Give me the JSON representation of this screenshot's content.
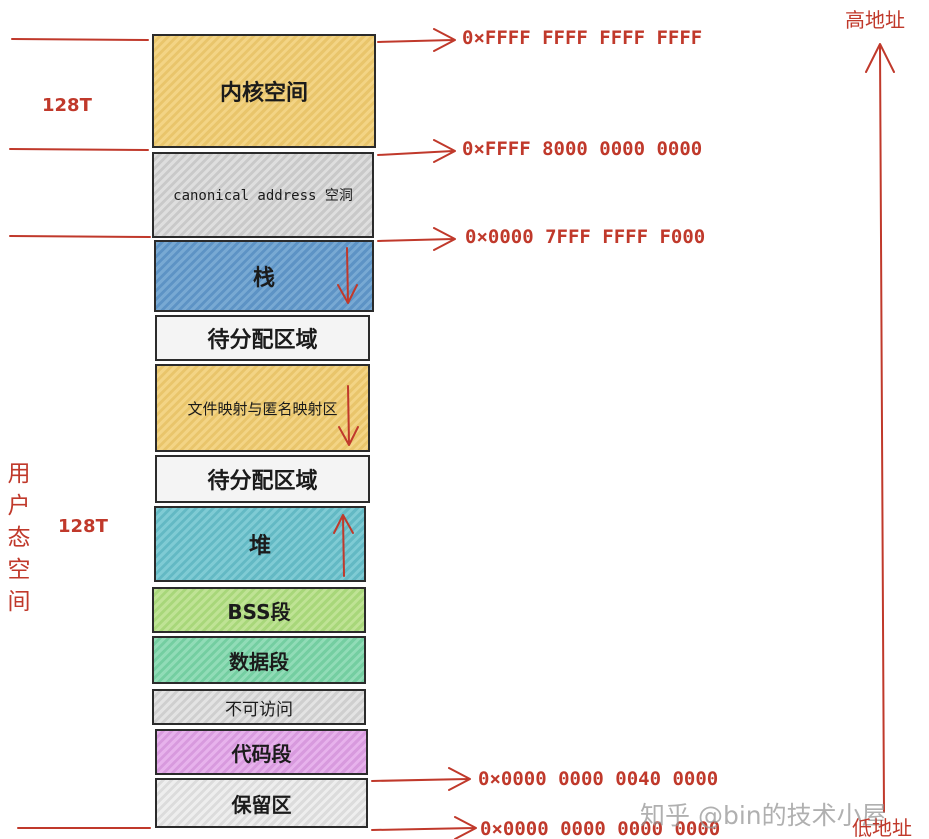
{
  "segments": {
    "kernel": "内核空间",
    "canonical": "canonical address 空洞",
    "stack": "栈",
    "free_top": "待分配区域",
    "mmap": "文件映射与匿名映射区",
    "free_bottom": "待分配区域",
    "heap": "堆",
    "bss": "BSS段",
    "data": "数据段",
    "no_access": "不可访问",
    "code": "代码段",
    "reserved": "保留区"
  },
  "addresses": {
    "a0": "0×FFFF FFFF FFFF FFFF",
    "a1": "0×FFFF 8000 0000 0000",
    "a2": "0×0000 7FFF FFFF F000",
    "a3": "0×0000 0000 0040 0000",
    "a4": "0×0000 0000 0000 0000"
  },
  "sizes": {
    "kernel": "128T",
    "user": "128T"
  },
  "user_space_label": [
    "用",
    "户",
    "态",
    "空",
    "间"
  ],
  "high_address": "高地址",
  "low_address": "低地址",
  "watermark": "知乎 @bin的技术小屋",
  "colors": {
    "annotation": "#c0392b",
    "outline": "#2b2b2b"
  }
}
